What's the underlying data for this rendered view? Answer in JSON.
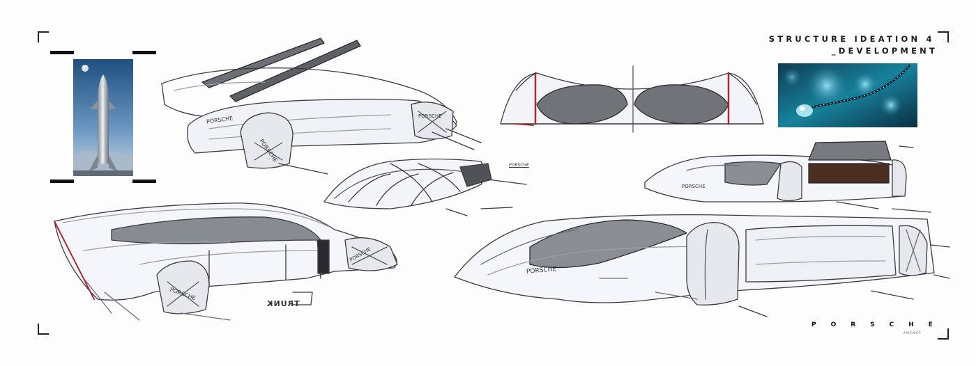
{
  "header": {
    "title_line1": "STRUCTURE IDEATION 4",
    "title_line2": "_DEVELOPMENT"
  },
  "footer": {
    "brand": "PORSCHE",
    "brand_sub": "AMENGE"
  },
  "sketch_labels": {
    "porsche_a": "PORSCHE",
    "porsche_b": "PORSCHE",
    "porsche_c": "PORSCHE",
    "porsche_d": "PORSCHE",
    "porsche_e": "PORSCHE",
    "porsche_f": "PORSCHE",
    "porsche_g": "PORSCHE",
    "porsche_tag": "PORSCHE",
    "trunk": "TRUNK"
  },
  "colors": {
    "ink": "#1c1c1c",
    "glass": "#6f7378",
    "accent_red": "#b3282d",
    "cargo_brown": "#4b2e22",
    "ref_sky": "#2f6fa0",
    "ref_water": "#0e5b6d"
  }
}
